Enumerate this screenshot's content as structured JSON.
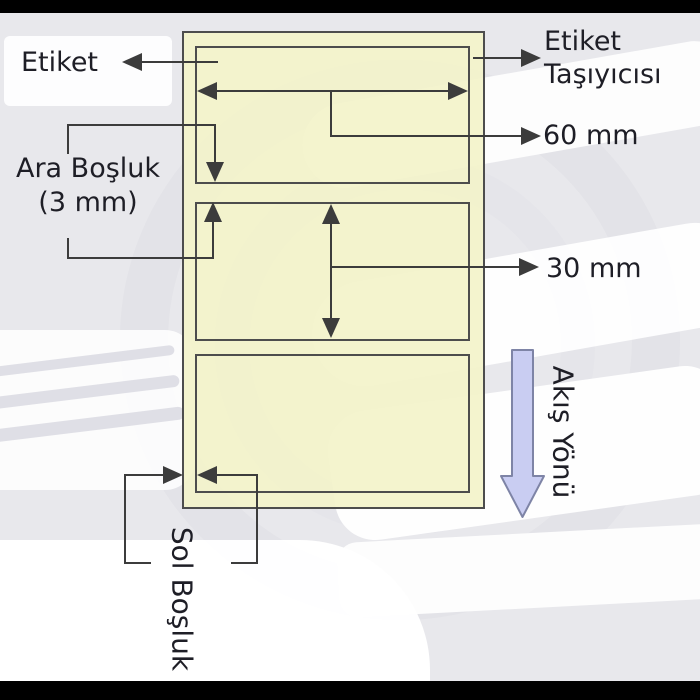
{
  "annotations": {
    "label": "Etiket",
    "carrier_line1": "Etiket",
    "carrier_line2": "Taşıyıcısı",
    "width_dim": "60 mm",
    "height_dim": "30 mm",
    "gap_line1": "Ara Boşluk",
    "gap_line2": "(3 mm)",
    "left_margin": "Sol Boşluk",
    "flow_direction": "Akış Yönü"
  },
  "colors": {
    "background": "#e8e8ec",
    "bar": "#000000",
    "carrier_fill": "rgba(243,243,202,0.92)",
    "carrier_border": "#4d4d4d",
    "label_border": "#4d4d4d",
    "line": "#3c3c3c",
    "flow_fill": "#c9cdf2",
    "flow_stroke": "#7e84a6"
  }
}
